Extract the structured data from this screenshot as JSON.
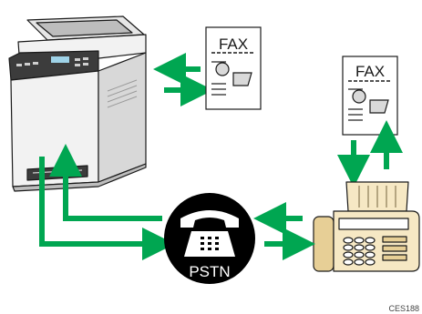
{
  "labels": {
    "fax_doc_left": "FAX",
    "fax_doc_right": "FAX",
    "network": "PSTN",
    "figure_code": "CES188"
  },
  "colors": {
    "arrow": "#00a651",
    "line": "#1a1a1a",
    "paper": "#ffffff",
    "paper_gray": "#d9d9d9",
    "fax_machine": "#f6e8c4",
    "fax_machine_dark": "#e7cf96",
    "printer_body": "#f2f2f2",
    "printer_dark": "#3c3c3c",
    "phone_circle": "#000000"
  },
  "icons": [
    "multifunction-printer-icon",
    "fax-document-icon",
    "telephone-icon",
    "fax-machine-icon",
    "arrow-icon"
  ]
}
